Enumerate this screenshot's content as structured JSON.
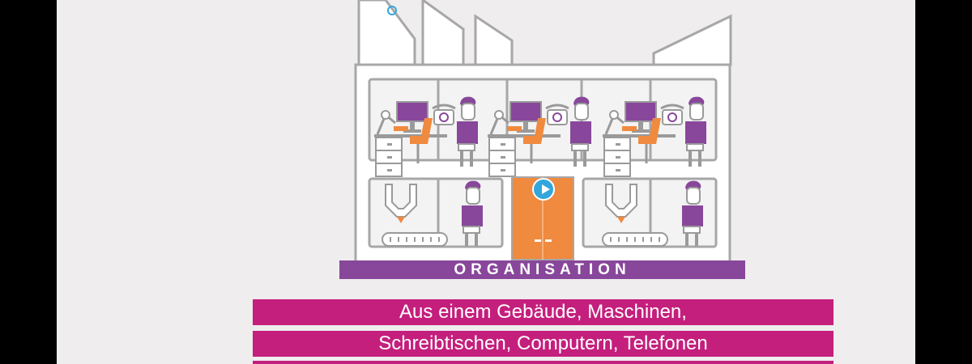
{
  "building": {
    "label": "ORGANISATION"
  },
  "captions": [
    "Aus einem Gebäude, Maschinen,",
    "Schreibtischen, Computern, Telefonen"
  ],
  "colors": {
    "purple": "#88479a",
    "magenta": "#c41f7d",
    "orange": "#ef8a3f",
    "outline": "#a7a7a9",
    "accent_blue": "#33a6dc"
  },
  "icons": [
    "play-icon",
    "desk-lamp-icon",
    "monitor-icon",
    "telephone-icon",
    "chair-icon",
    "worker-icon",
    "press-machine-icon",
    "conveyor-belt-icon"
  ]
}
